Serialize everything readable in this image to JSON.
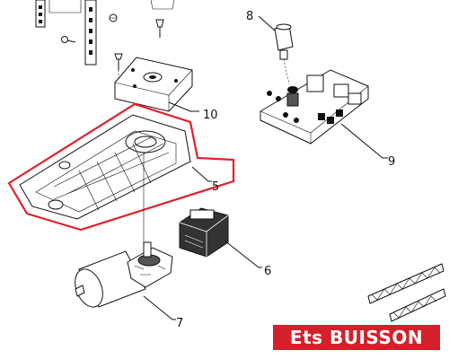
{
  "callouts": {
    "c5": "5",
    "c6": "6",
    "c7": "7",
    "c8": "8",
    "c9": "9",
    "c10": "10"
  },
  "brand": {
    "text": "Ets BUISSON",
    "color": "#d4202a"
  },
  "colors": {
    "outline": "#e0202a",
    "line": "#111111"
  }
}
